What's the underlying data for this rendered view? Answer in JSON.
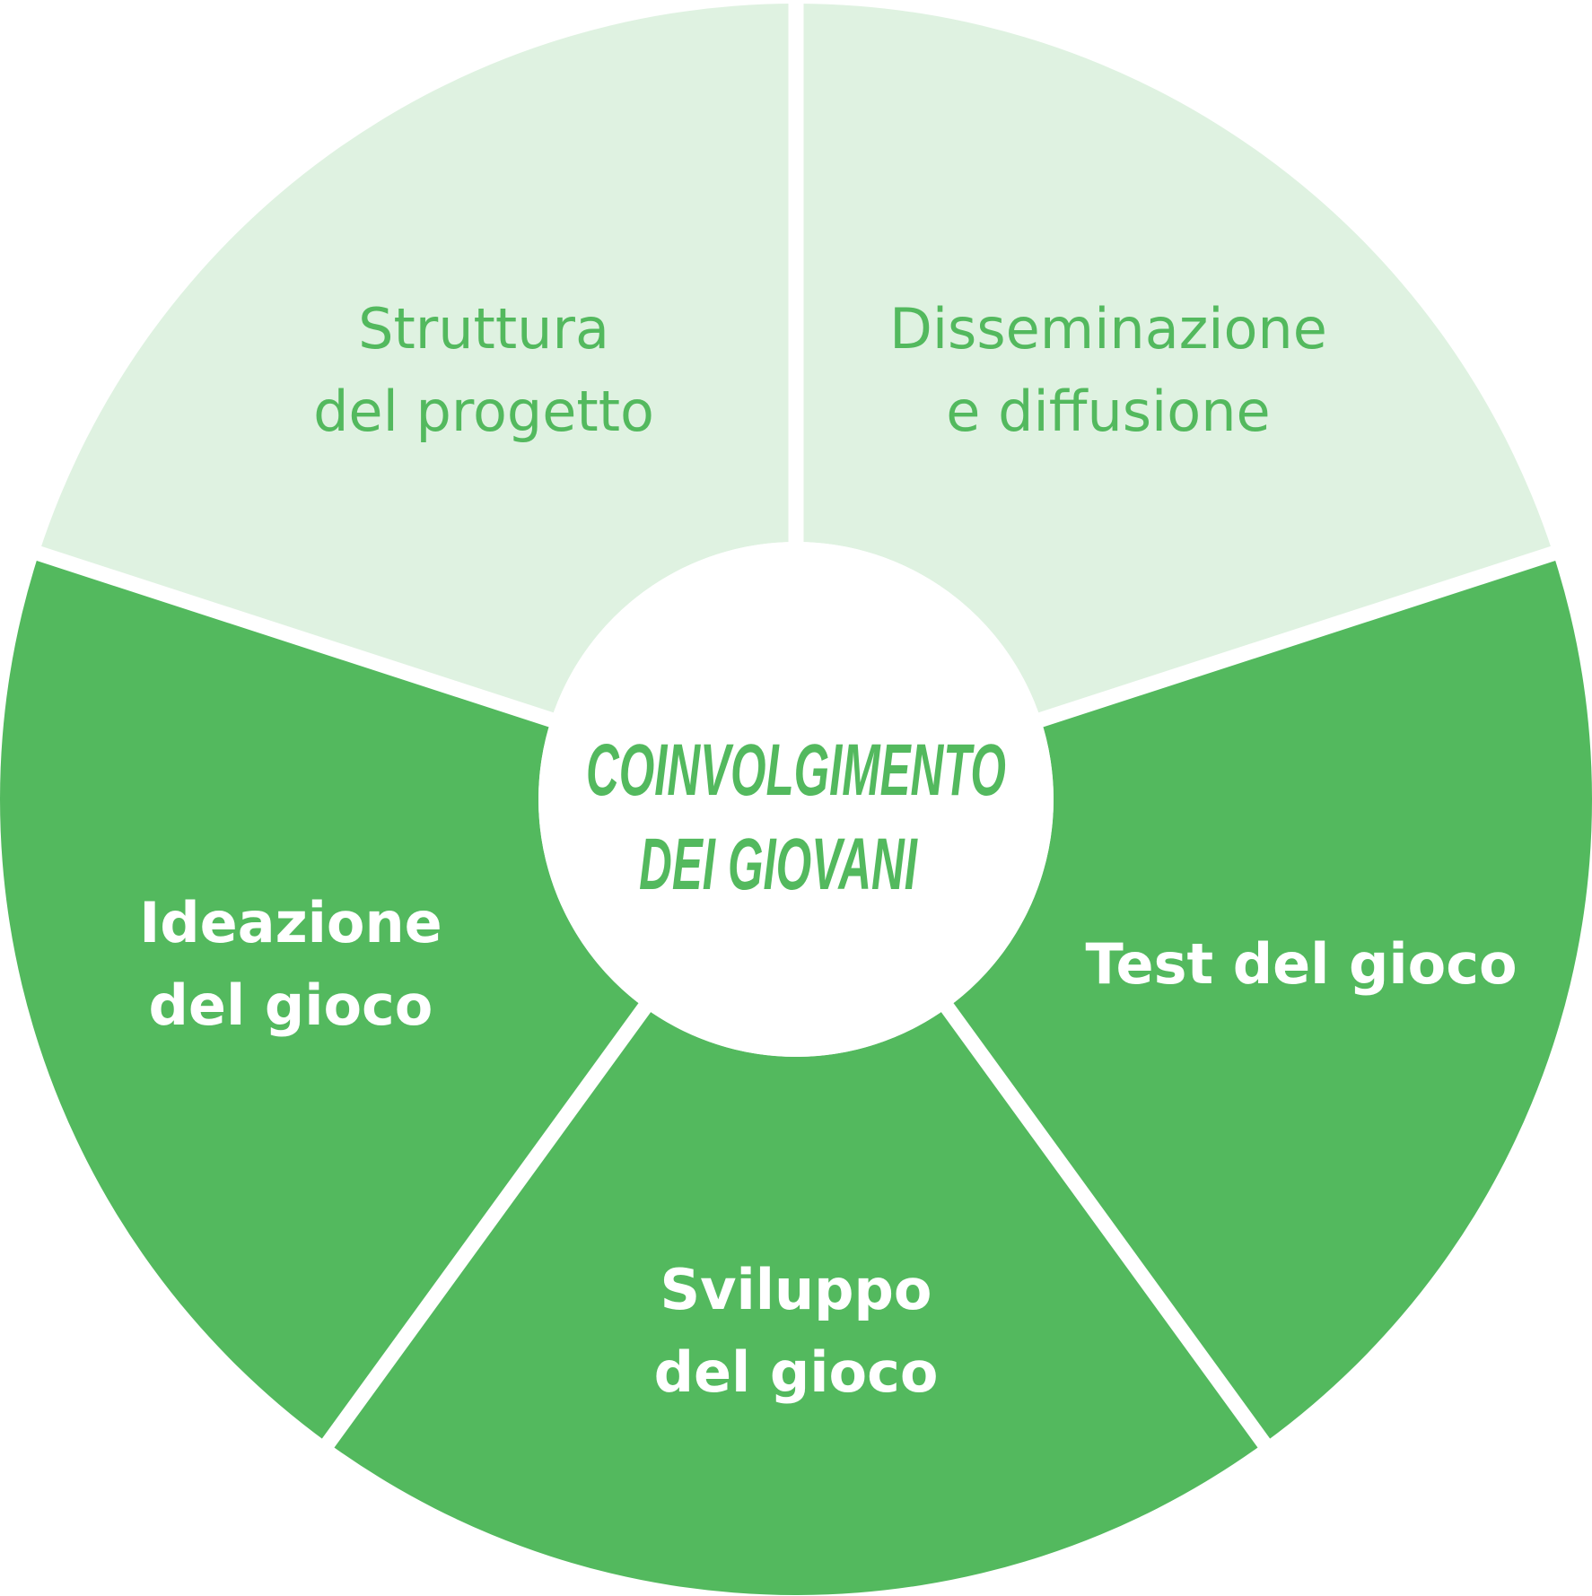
{
  "colors": {
    "light": "#dff2e1",
    "dark": "#53b95e",
    "gap": "#ffffff"
  },
  "center": {
    "lines": [
      "COINVOLGIMENTO",
      "DEI GIOVANI"
    ]
  },
  "segments": [
    {
      "id": "disseminazione",
      "lines": [
        "Disseminazione",
        "e diffusione"
      ],
      "shade": "light"
    },
    {
      "id": "test",
      "lines": [
        "Test del gioco"
      ],
      "shade": "dark"
    },
    {
      "id": "sviluppo",
      "lines": [
        "Sviluppo",
        "del gioco"
      ],
      "shade": "dark"
    },
    {
      "id": "ideazione",
      "lines": [
        "Ideazione",
        "del gioco"
      ],
      "shade": "dark"
    },
    {
      "id": "struttura",
      "lines": [
        "Struttura",
        "del progetto"
      ],
      "shade": "light"
    }
  ]
}
